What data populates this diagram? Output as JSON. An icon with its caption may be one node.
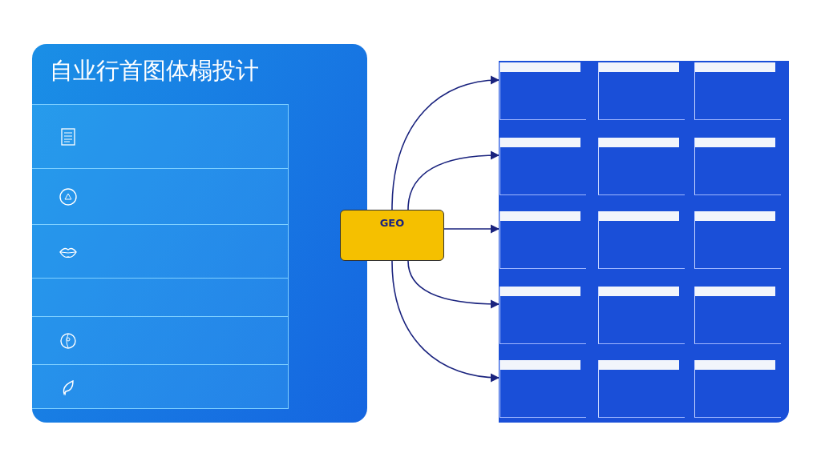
{
  "diagram": {
    "nodes": [
      {
        "text": [
          "自业行首图体榻投计"
        ]
      },
      {
        "text": [],
        "shape": "box",
        "in": 0
      },
      {
        "text": [],
        "shape": "box",
        "in": 0
      },
      {
        "text": [],
        "shape": "box",
        "in": 0
      },
      {
        "text": [],
        "shape": "box",
        "in": 0
      },
      {
        "text": [],
        "shape": "box",
        "in": 0
      },
      {
        "text": [],
        "shape": "box",
        "in": 0
      },
      {
        "text": [
          "GEO"
        ]
      },
      {
        "text": [],
        "shape": "box"
      },
      {
        "text": [],
        "shape": "box",
        "in": 8
      },
      {
        "text": [],
        "shape": "box",
        "in": 8
      },
      {
        "text": [],
        "shape": "box",
        "in": 8
      },
      {
        "text": [],
        "shape": "box",
        "in": 8
      },
      {
        "text": [],
        "shape": "box",
        "in": 8
      },
      {
        "text": [],
        "shape": "box",
        "in": 8
      },
      {
        "text": [],
        "shape": "box",
        "in": 8
      },
      {
        "text": [],
        "shape": "box",
        "in": 8
      },
      {
        "text": [],
        "shape": "box",
        "in": 8
      },
      {
        "text": [],
        "shape": "box",
        "in": 8
      },
      {
        "text": [],
        "shape": "box",
        "in": 8
      },
      {
        "text": [],
        "shape": "box",
        "in": 8
      },
      {
        "text": [],
        "shape": "box",
        "in": 8
      },
      {
        "text": [],
        "shape": "box",
        "in": 8
      },
      {
        "text": [],
        "shape": "box",
        "in": 8
      }
    ],
    "edges": [
      {
        "from": 7,
        "to": 9,
        "arrow": "to"
      },
      {
        "from": 7,
        "to": 12,
        "arrow": "to"
      },
      {
        "from": 7,
        "to": 15,
        "arrow": "to"
      },
      {
        "from": 7,
        "to": 18,
        "arrow": "to"
      },
      {
        "from": 7,
        "to": 21,
        "arrow": "to"
      }
    ]
  }
}
